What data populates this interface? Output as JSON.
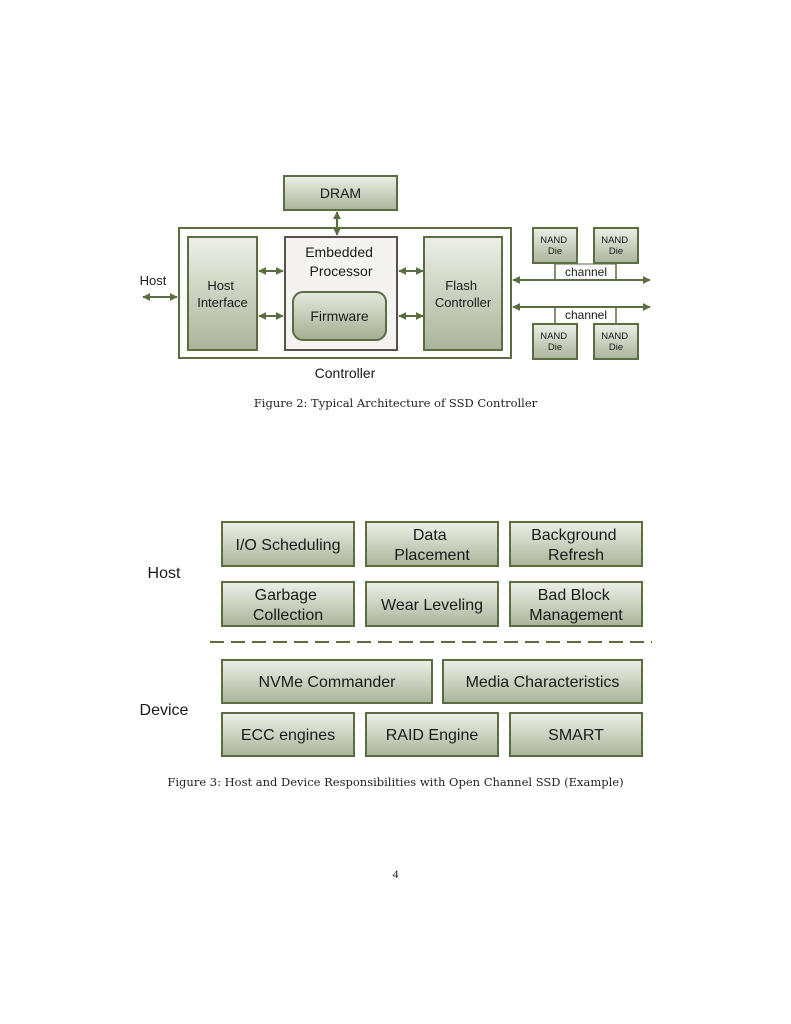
{
  "figure2": {
    "caption": "Figure 2: Typical Architecture of SSD Controller",
    "dram": "DRAM",
    "host_external": "Host",
    "host_interface": [
      "Host",
      "Interface"
    ],
    "embedded_processor": [
      "Embedded",
      "Processor"
    ],
    "firmware": "Firmware",
    "flash_controller": [
      "Flash",
      "Controller"
    ],
    "controller_label": "Controller",
    "nand_die": [
      "NAND",
      "Die"
    ],
    "channel_label": "channel",
    "colors": {
      "border": "#5b6e41",
      "arrow": "#5b6e41",
      "fill_top": "#eef0e8",
      "fill_bottom": "#aab49a",
      "processor_fill": "#f4f3f1",
      "processor_border": "#5a5248"
    }
  },
  "figure3": {
    "caption": "Figure 3: Host and Device Responsibilities with Open Channel SSD (Example)",
    "host_label": "Host",
    "device_label": "Device",
    "host_row1": [
      [
        "I/O Scheduling"
      ],
      [
        "Data",
        "Placement"
      ],
      [
        "Background",
        "Refresh"
      ]
    ],
    "host_row2": [
      [
        "Garbage",
        "Collection"
      ],
      [
        "Wear Leveling"
      ],
      [
        "Bad Block",
        "Management"
      ]
    ],
    "device_row1": [
      "NVMe Commander",
      "Media Characteristics"
    ],
    "device_row2": [
      "ECC engines",
      "RAID Engine",
      "SMART"
    ]
  },
  "page_number": "4"
}
